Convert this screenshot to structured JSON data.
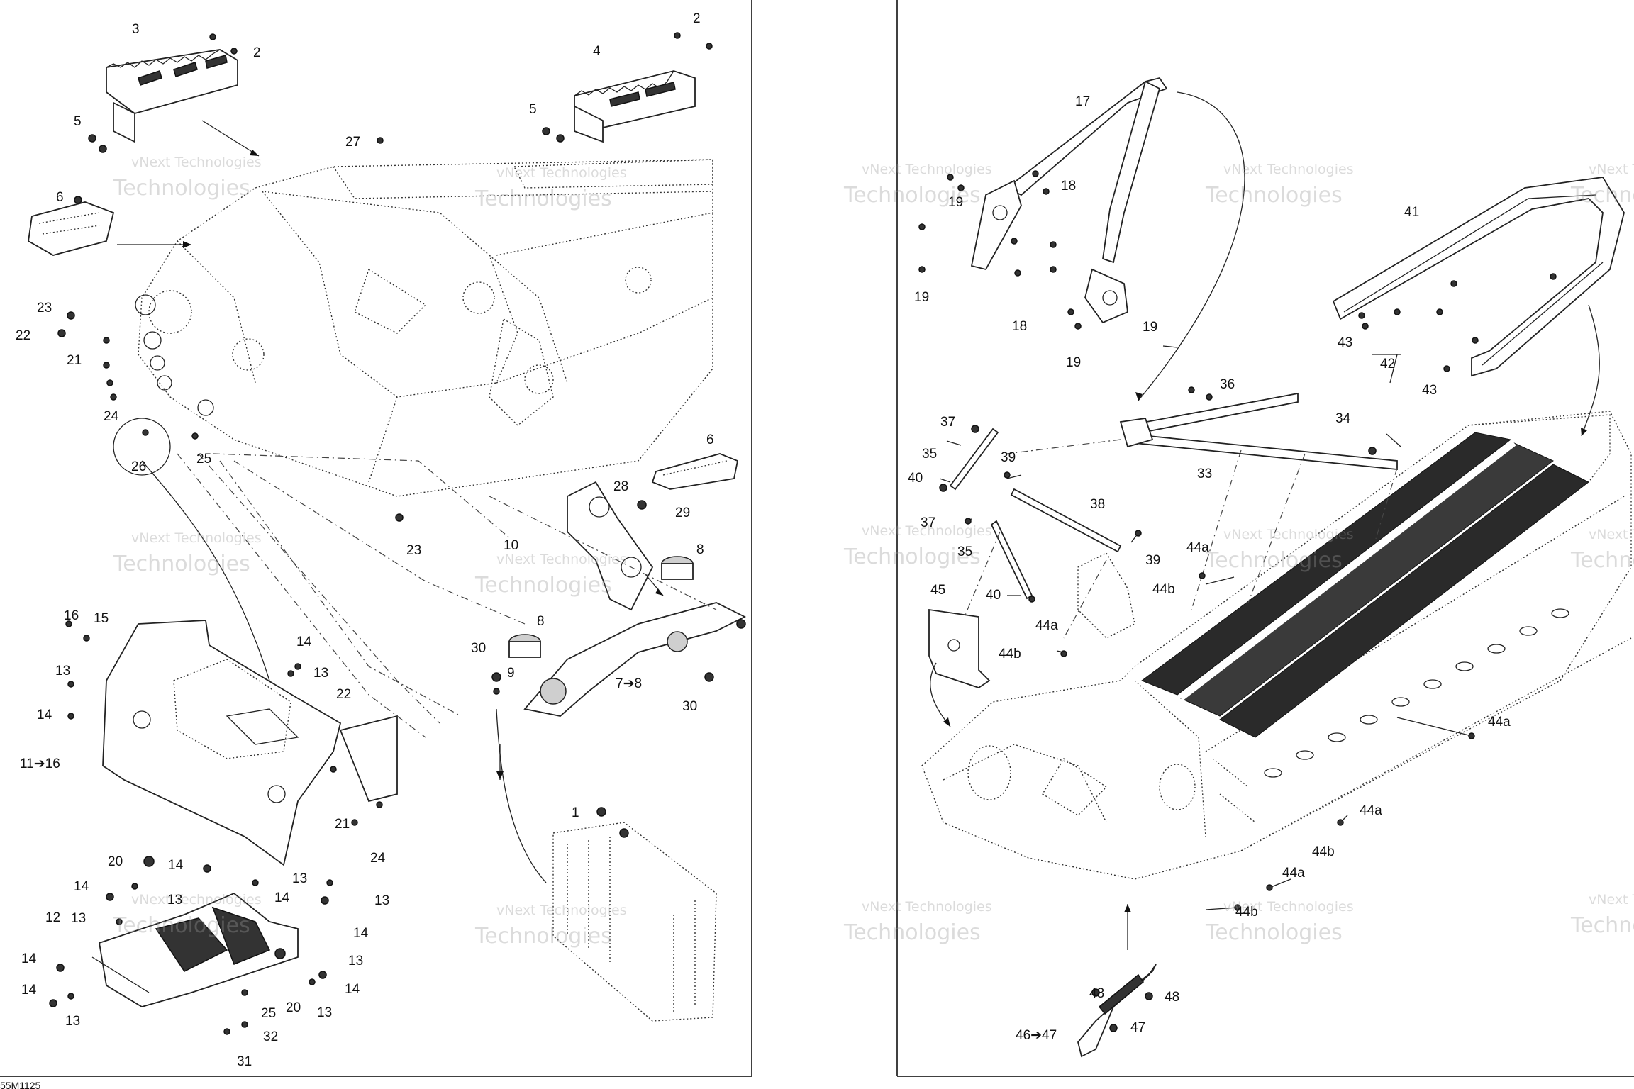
{
  "diagram_code": "55M1125",
  "watermark": {
    "line1": "vNext Technologies",
    "line2": "Technologies"
  },
  "callouts": {
    "c1": "1",
    "c2a": "2",
    "c2b": "2",
    "c3": "3",
    "c4": "4",
    "c5a": "5",
    "c5b": "5",
    "c6a": "6",
    "c6b": "6",
    "c7_8": "7➔8",
    "c8a": "8",
    "c8b": "8",
    "c9": "9",
    "c10": "10",
    "c11_16": "11➔16",
    "c12": "12",
    "c13a": "13",
    "c13b": "13",
    "c13c": "13",
    "c13d": "13",
    "c13e": "13",
    "c13f": "13",
    "c13g": "13",
    "c13h": "13",
    "c13i": "13",
    "c14a": "14",
    "c14b": "14",
    "c14c": "14",
    "c14d": "14",
    "c14e": "14",
    "c14f": "14",
    "c14g": "14",
    "c14h": "14",
    "c14i": "14",
    "c15": "15",
    "c16": "16",
    "c20a": "20",
    "c20b": "20",
    "c21a": "21",
    "c21b": "21",
    "c22a": "22",
    "c22b": "22",
    "c23a": "23",
    "c23b": "23",
    "c24a": "24",
    "c24b": "24",
    "c25a": "25",
    "c25b": "25",
    "c26": "26",
    "c27": "27",
    "c28": "28",
    "c29": "29",
    "c30a": "30",
    "c30b": "30",
    "c31": "31",
    "c32": "32",
    "c17": "17",
    "c18a": "18",
    "c18b": "18",
    "c19a": "19",
    "c19b": "19",
    "c19c": "19",
    "c19d": "19",
    "c33": "33",
    "c34": "34",
    "c35a": "35",
    "c35b": "35",
    "c36": "36",
    "c37a": "37",
    "c37b": "37",
    "c38": "38",
    "c39a": "39",
    "c39b": "39",
    "c40a": "40",
    "c40b": "40",
    "c41": "41",
    "c42": "42",
    "c43a": "43",
    "c43b": "43",
    "c44aA": "44a",
    "c44aB": "44a",
    "c44aC": "44a",
    "c44aD": "44a",
    "c44aE": "44a",
    "c44bA": "44b",
    "c44bB": "44b",
    "c44bC": "44b",
    "c44bD": "44b",
    "c45": "45",
    "c46_47": "46➔47",
    "c47": "47",
    "c48a": "48",
    "c48b": "48"
  }
}
